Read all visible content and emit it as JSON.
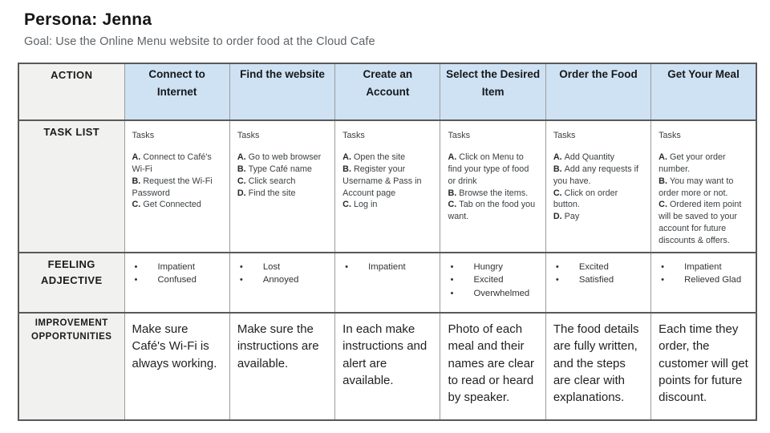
{
  "header": {
    "title": "Persona: Jenna",
    "goal": "Goal: Use the Online Menu website to order food at the Cloud Cafe"
  },
  "colors": {
    "stage_header_bg": "#cfe2f3",
    "label_bg": "#f1f1ef",
    "border_dark": "#595959",
    "border_light": "#9b9b9b",
    "goal_text": "#5f6368"
  },
  "table": {
    "row_labels": [
      "ACTION",
      "TASK LIST",
      "FEELING ADJECTIVE",
      "IMPROVEMENT OPPORTUNITIES"
    ],
    "columns": [
      {
        "action": "Connect to Internet",
        "tasks_label": "Tasks",
        "tasks": [
          {
            "letter": "A.",
            "text": "Connect to Café's Wi-Fi"
          },
          {
            "letter": "B.",
            "text": "Request the Wi-Fi Password"
          },
          {
            "letter": "C.",
            "text": "Get Connected"
          }
        ],
        "feelings": [
          "Impatient",
          "Confused"
        ],
        "improvement": "Make sure Café's Wi-Fi is always working."
      },
      {
        "action": "Find the website",
        "tasks_label": "Tasks",
        "tasks": [
          {
            "letter": "A.",
            "text": "Go to web browser"
          },
          {
            "letter": "B.",
            "text": "Type Café name"
          },
          {
            "letter": "C.",
            "text": "Click search"
          },
          {
            "letter": "D.",
            "text": "Find the site"
          }
        ],
        "feelings": [
          "Lost",
          "Annoyed"
        ],
        "improvement": "Make sure the instructions are available."
      },
      {
        "action": "Create an Account",
        "tasks_label": "Tasks",
        "tasks": [
          {
            "letter": "A.",
            "text": "Open the site"
          },
          {
            "letter": "B.",
            "text": "Register your Username & Pass in Account page"
          },
          {
            "letter": "C.",
            "text": "Log in"
          }
        ],
        "feelings": [
          "Impatient"
        ],
        "improvement": "In each make instructions and alert are available."
      },
      {
        "action": "Select the Desired Item",
        "tasks_label": "Tasks",
        "tasks": [
          {
            "letter": "A.",
            "text": "Click on Menu to find your type of food or drink"
          },
          {
            "letter": "B.",
            "text": "Browse the items."
          },
          {
            "letter": "C.",
            "text": "Tab on the food you want."
          }
        ],
        "feelings": [
          "Hungry",
          "Excited",
          "Overwhelmed"
        ],
        "improvement": "Photo of each meal and their names are clear to read or heard by speaker."
      },
      {
        "action": "Order the Food",
        "tasks_label": "Tasks",
        "tasks": [
          {
            "letter": "A.",
            "text": "Add Quantity"
          },
          {
            "letter": "B.",
            "text": "Add any requests if you have."
          },
          {
            "letter": "C.",
            "text": "Click on order button."
          },
          {
            "letter": "D.",
            "text": "Pay"
          }
        ],
        "feelings": [
          "Excited",
          "Satisfied"
        ],
        "improvement": "The food details are fully written, and the steps are clear with explanations."
      },
      {
        "action": "Get Your Meal",
        "tasks_label": "Tasks",
        "tasks": [
          {
            "letter": "A.",
            "text": "Get your order number."
          },
          {
            "letter": "B.",
            "text": "You may want to order more or not."
          },
          {
            "letter": "C.",
            "text": "Ordered item point will be saved to your account for future discounts & offers."
          }
        ],
        "feelings": [
          "Impatient",
          "Relieved Glad"
        ],
        "improvement": "Each time they order, the customer will get points for future discount."
      }
    ]
  },
  "glyphs": {
    "bullet": "•"
  }
}
